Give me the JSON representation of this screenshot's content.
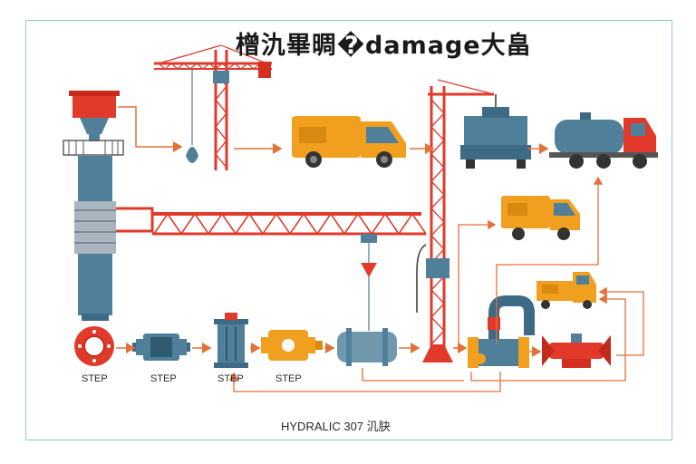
{
  "title": "橧氿畢晭�damage大畠",
  "steps": [
    "STEP",
    "STEP",
    "STEP",
    "STEP"
  ],
  "footer": "HYDRALIC 307 㲹䏐",
  "colors": {
    "red": "#e23a2a",
    "steel_blue": "#4f7f99",
    "orange": "#f0a01e",
    "arrow": "#e2713a",
    "frame": "#8ec9c9"
  },
  "icons": [
    "tower-crane-icon",
    "silo-tower-icon",
    "delivery-van-icon",
    "transformer-icon",
    "tank-truck-icon",
    "pipe-flange-icon",
    "pump-icon",
    "cylinder-icon",
    "compressor-icon",
    "tank-icon"
  ]
}
